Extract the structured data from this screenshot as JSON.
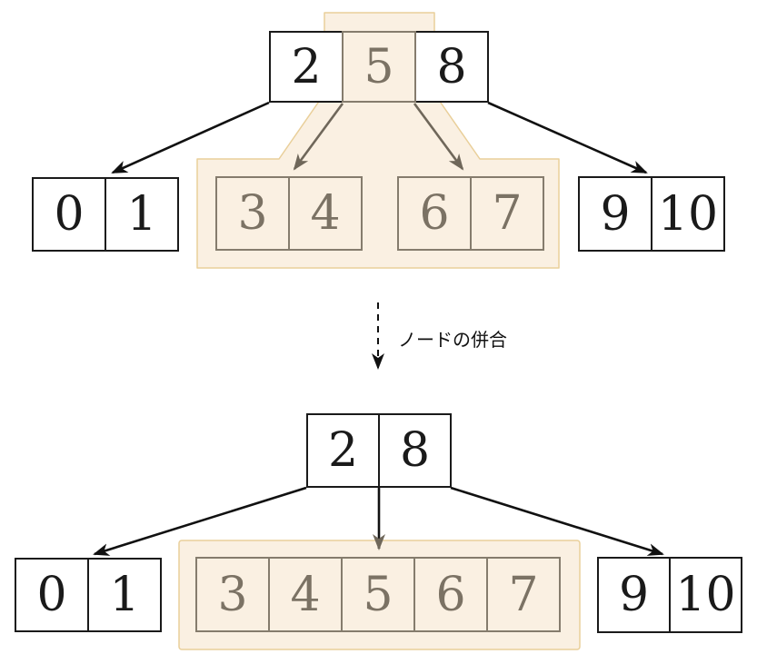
{
  "before": {
    "root": {
      "cells": [
        "2",
        "5",
        "8"
      ],
      "highlighted_cell": "5"
    },
    "children": [
      {
        "cells": [
          "0",
          "1"
        ],
        "highlighted": false
      },
      {
        "cells": [
          "3",
          "4"
        ],
        "highlighted": true
      },
      {
        "cells": [
          "6",
          "7"
        ],
        "highlighted": true
      },
      {
        "cells": [
          "9",
          "10"
        ],
        "highlighted": false
      }
    ]
  },
  "transition": {
    "label": "ノードの併合"
  },
  "after": {
    "root": {
      "cells": [
        "2",
        "8"
      ]
    },
    "children": [
      {
        "cells": [
          "0",
          "1"
        ],
        "highlighted": false
      },
      {
        "cells": [
          "3",
          "4",
          "5",
          "6",
          "7"
        ],
        "highlighted": true
      },
      {
        "cells": [
          "9",
          "10"
        ],
        "highlighted": false
      }
    ]
  },
  "colors": {
    "highlight_fill": "#faf0e2",
    "highlight_border": "#e9cf9a",
    "node_border": "#1a1a1a",
    "node_text": "#1a1a1a",
    "muted_border": "#857c6d",
    "muted_text": "#7b7264",
    "arrow": "#111111",
    "muted_arrow": "#6f675a",
    "label_text": "#111111",
    "canvas_bg": "#ffffff"
  }
}
